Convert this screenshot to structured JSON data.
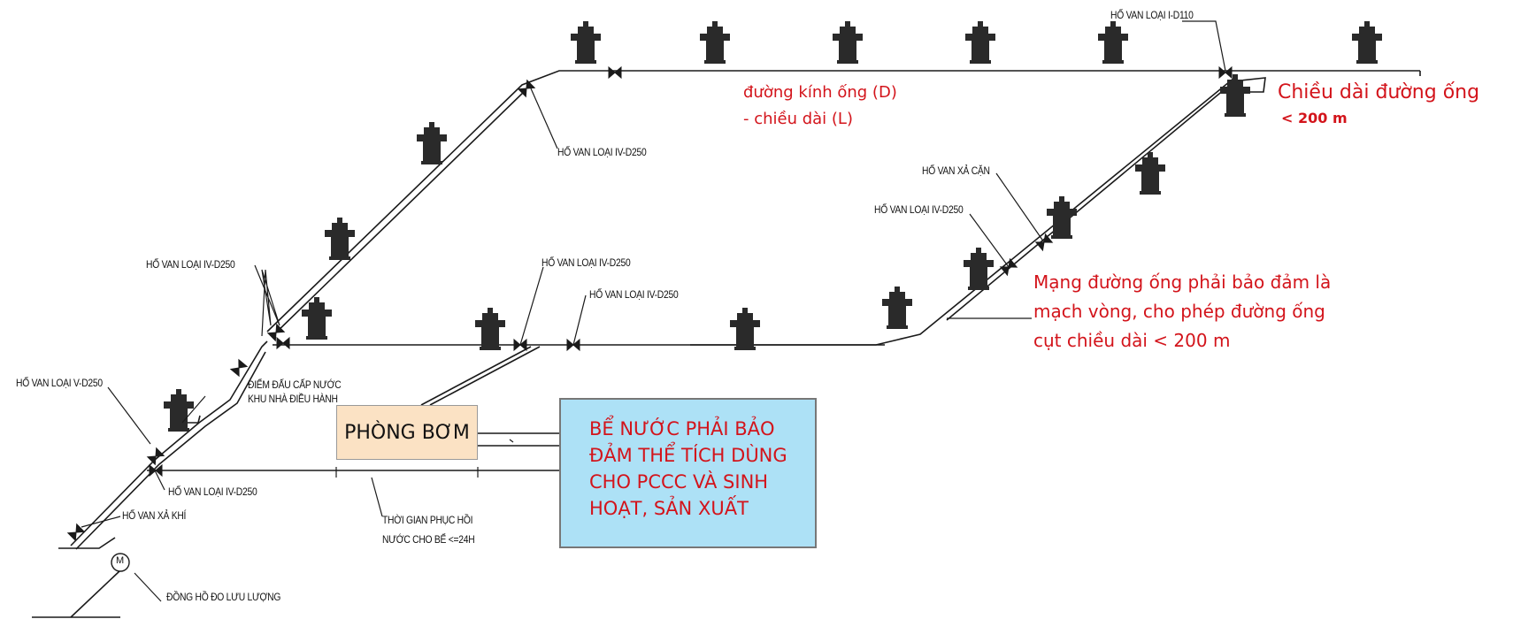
{
  "labels": {
    "valve_top_right": "HỐ VAN LOẠI I-D110",
    "valve_top_mid": "HỐ VAN LOẠI IV-D250",
    "valve_left_upper": "HỐ VAN LOẠI IV-D250",
    "valve_mid_a": "HỐ VAN LOẠI IV-D250",
    "valve_mid_b": "HỐ VAN LOẠI IV-D250",
    "valve_right_iv": "HỐ VAN LOẠI IV-D250",
    "valve_drain": "HỐ VAN XẢ CẶN",
    "valve_left_v": "HỐ VAN LOẠI V-D250",
    "valve_bottom_iv": "HỐ VAN LOẠI IV-D250",
    "valve_air": "HỐ VAN XẢ KHÍ",
    "connection_point_line1": "ĐIỂM ĐẤU CẤP NƯỚC",
    "connection_point_line2": "KHU NHÀ ĐIỀU HÀNH",
    "recovery_line1": "THỜI GIAN PHỤC HỒI",
    "recovery_line2": "NƯỚC CHO BỂ <=24H",
    "flow_meter": "ĐỒNG HỒ ĐO LƯU LƯỢNG",
    "meter_symbol": "M"
  },
  "notes": {
    "diameter_line1": "đường kính ống (D)",
    "diameter_line2": "- chiều dài (L)",
    "length_title": "Chiều dài đường ống",
    "length_value": "< 200 m",
    "network_line1": "Mạng đường ống phải bảo đảm là",
    "network_line2": "mạch vòng, cho phép đường ống",
    "network_line3": "cụt chiều dài < 200 m"
  },
  "boxes": {
    "pump_room": "PHÒNG BƠM",
    "tank_text": "BỂ NƯỚC PHẢI BẢO ĐẢM THỂ TÍCH DÙNG CHO PCCC VÀ SINH HOẠT, SẢN XUẤT"
  },
  "colors": {
    "pipe": "#1a1a1a",
    "hydrant": "#2a2a2a",
    "note_red": "#d3141b",
    "pump_fill": "#fbe2c4",
    "tank_fill": "#ade1f6"
  }
}
